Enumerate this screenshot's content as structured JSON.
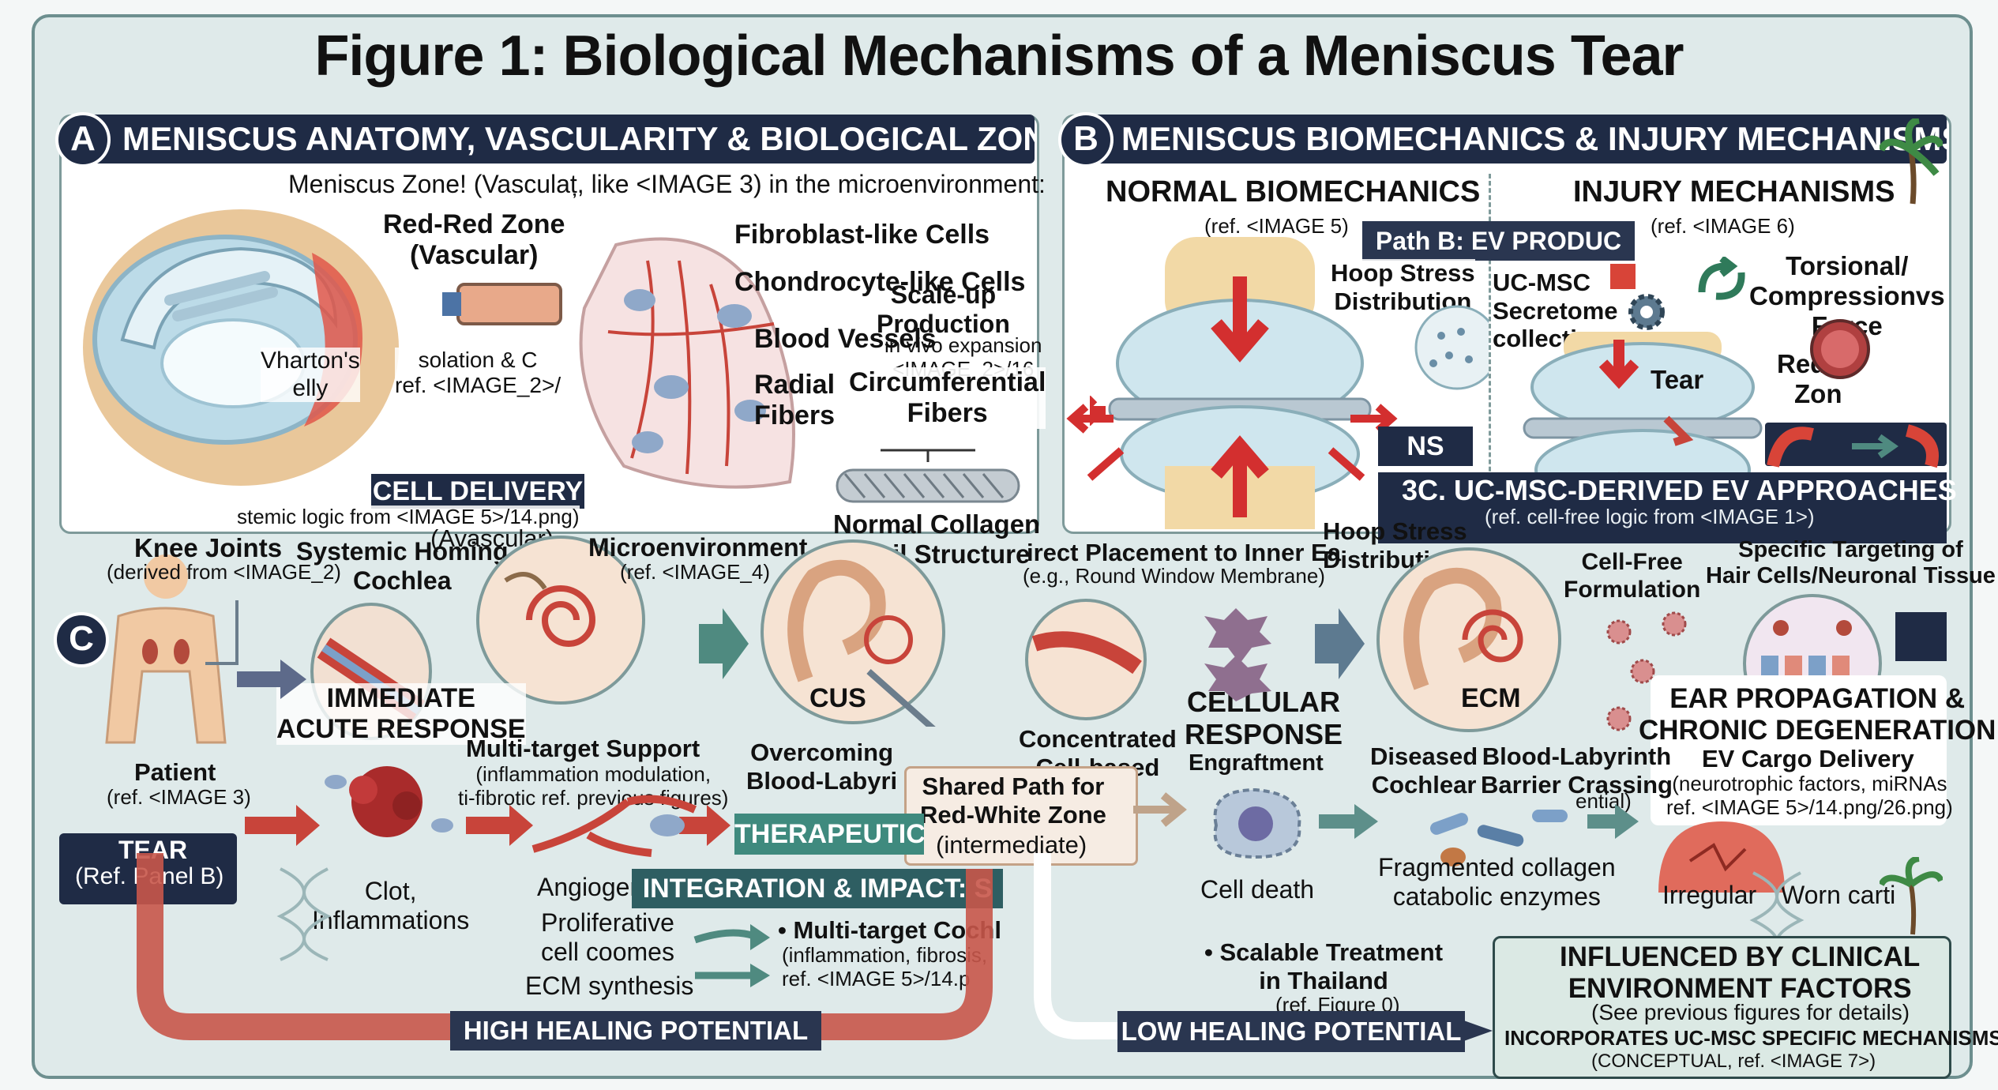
{
  "title": "Figure 1: Biological Mechanisms of a Meniscus Tear",
  "panel_a": {
    "badge": "A",
    "header": "MENISCUS ANATOMY, VASCULARITY & BIOLOGICAL ZONES",
    "zone_caption": "Meniscus Zone! (Vasculaț, like <IMAGE 3) in the microenvironment:",
    "red_red_zone": "Red-Red Zone\n(Vascular)",
    "fibroblast": "Fibroblast-like Cells",
    "chondrocyte": "Chondrocyte-like Cells",
    "blood_vessels": "Blood Vessels",
    "radial_fibers": "Radial\nFibers",
    "wharton": "Vharton's\nelly",
    "isolation": "solation & C\nref. <IMAGE_2>/",
    "scale_up": "Scale-up\nProduction",
    "in_vivo": "in vivo expansion\n<IMAGE_2>/16",
    "circumferential": "Circumferential\nFibers",
    "normal_collagen": "Normal Collagen\nFibril Structure",
    "cell_delivery": "CELL DELIVERY",
    "systemic_logic": "stemic logic from <IMAGE 5>/14.png)",
    "avascular": "(Avascular)"
  },
  "panel_b": {
    "badge": "B",
    "header": "MENISCUS BIOMECHANICS & INJURY MECHANISMS",
    "normal": "NORMAL BIOMECHANICS",
    "normal_ref": "(ref. <IMAGE 5)",
    "injury": "INJURY MECHANISMS",
    "injury_ref": "(ref. <IMAGE 6)",
    "path_b": "Path B: EV PRODUC",
    "hoop_stress": "Hoop Stress\nDistribution",
    "uc_msc": "UC-MSC\nSecretome\ncollection",
    "torsional": "Torsional/\nCompressionvs\nForce",
    "tear": "Tear",
    "red_white": "Red-W\nZon",
    "ns": "NS",
    "ev_approaches": "3C. UC-MSC-DERIVED EV APPROACHES",
    "cell_free_ref": "(ref. cell-free logic from <IMAGE 1>)",
    "hoop_stress2": "Hoop Stress\nDistributio"
  },
  "panel_c": {
    "badge": "C",
    "knee_joints": "Knee Joints",
    "derived_from": "(derived from <IMAGE_2)",
    "systemic_homing": "Systemic Homing\nCochlea",
    "microenvironment": "Microenvironment",
    "micro_ref": "(ref. <IMAGE_4)",
    "direct_placement": "irect Placement to Inner Ea",
    "round_window": "(e.g., Round Window Membrane)",
    "cell_free": "Cell-Free\nFormulation",
    "specific_targeting": "Specific Targeting of\nHair Cells/Neuronal Tissue",
    "immediate": "IMMEDIATE\nACUTE RESPONSE",
    "cus": "CUS",
    "cellular_response": "CELLULAR\nRESPONSE",
    "ecm": "ECM",
    "ear_propagation": "EAR PROPAGATION &\nCHRONIC DEGENERATION",
    "ev_cargo": "EV Cargo Delivery",
    "ev_cargo_detail": "(neurotrophic factors, miRNAs\nref. <IMAGE 5>/14.png/26.png)",
    "multi_target": "Multi-target Support",
    "multi_target_detail": "(inflammation modulation,\nti-fibrotic ref. previous figures)",
    "overcoming": "Overcoming\nBlood-Labyri",
    "concentrated": "Concentrated\nCell-based",
    "engraftment": "Engraftment",
    "diseased": "Diseased\nCochlear",
    "blood_labyrinth": "Blood-Labyrinth\nBarrier Crassing",
    "ential": "ential)",
    "patient": "Patient",
    "patient_ref": "(ref. <IMAGE 3)",
    "shared_path": "Shared Path for\nRed-White Zone",
    "intermediate": "(intermediate)",
    "therapeutic": "THERAPEUTIC",
    "tear": "TEAR",
    "tear_ref": "(Ref. Panel B)",
    "clot": "Clot,\nInflammations",
    "angiogen": "Angiogen",
    "proliferative": "Proliferative\ncell coomes",
    "ecm_synthesis": "ECM synthesis",
    "integration": "INTEGRATION & IMPACT: S",
    "multi_target_cochl": "• Multi-target Cochl",
    "multi_cochl_detail": "(inflammation, fibrosis,\nref. <IMAGE 5>/14.p",
    "cell_death": "Cell death",
    "fragmented": "Fragmented collagen\ncatabolic enzymes",
    "irregular": "Irregular",
    "worn": "Worn carti",
    "scalable": "• Scalable Treatment\nin Thailand",
    "scalable_ref": "(ref. Figure 0)",
    "high_healing": "HIGH HEALING POTENTIAL",
    "low_healing": "LOW HEALING POTENTIAL",
    "influenced_title": "INFLUENCED BY CLINICAL\nENVIRONMENT FACTORS",
    "influenced_sub": "(See previous figures for details)",
    "incorporates": "INCORPORATES UC-MSC SPECIFIC MECHANISMS",
    "conceptual": "(CONCEPTUAL, ref. <IMAGE 7>)"
  },
  "colors": {
    "header_navy": "#1f2b45",
    "arrow_red": "#c8443a",
    "arrow_teal": "#4f8a80",
    "tissue_red": "#e0574a",
    "cartilage": "#cfe6ee"
  }
}
